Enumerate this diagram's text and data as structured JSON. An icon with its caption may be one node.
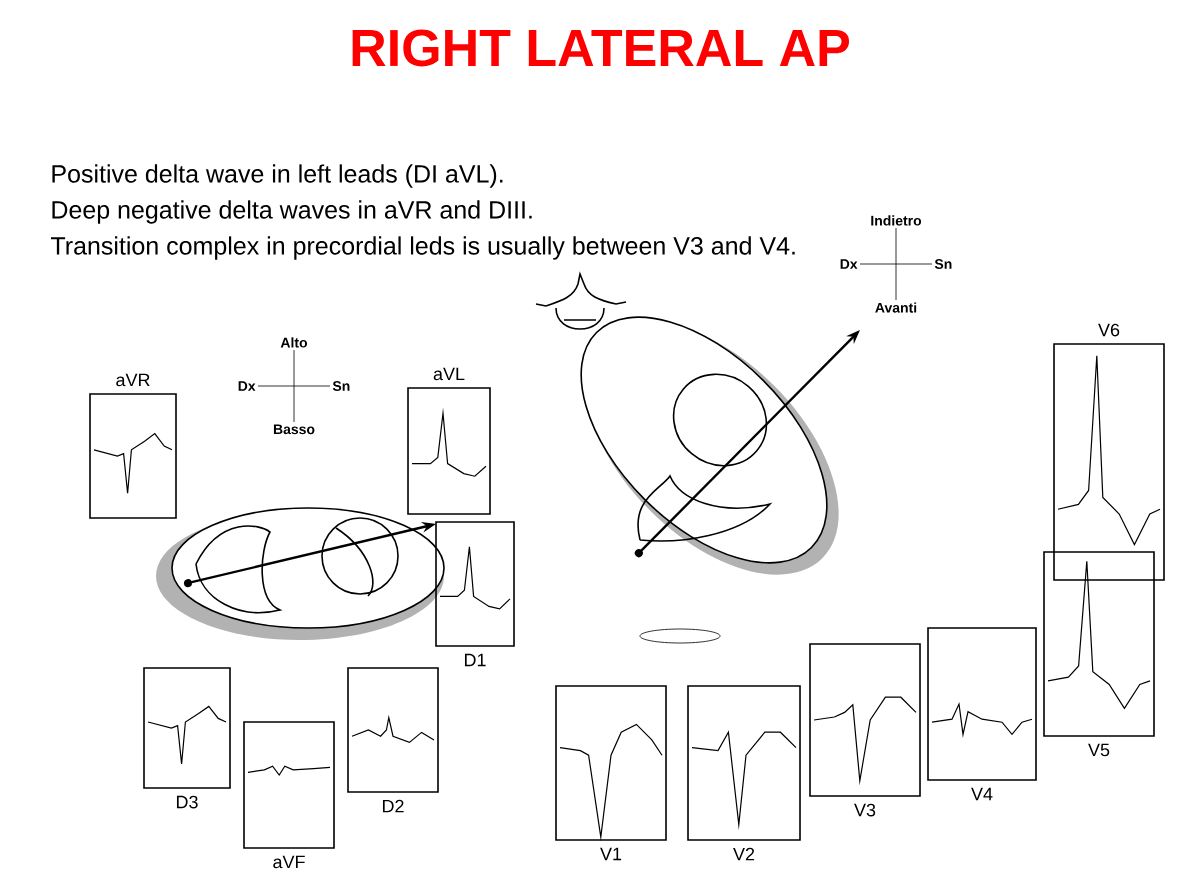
{
  "diagram": {
    "title": "RIGHT LATERAL AP",
    "nodes": [
      {
        "text": [
          "aVR"
        ]
      },
      {
        "text": [
          "aVL"
        ]
      },
      {
        "text": [
          "D1"
        ]
      },
      {
        "text": [
          "D3"
        ]
      },
      {
        "text": [
          "aVF"
        ]
      },
      {
        "text": [
          "D2"
        ]
      },
      {
        "text": [
          "V1"
        ]
      },
      {
        "text": [
          "V2"
        ]
      },
      {
        "text": [
          "V3"
        ]
      },
      {
        "text": [
          "V4"
        ]
      },
      {
        "text": [
          "V5"
        ]
      },
      {
        "text": [
          "V6"
        ]
      }
    ],
    "labels": [
      "Positive delta wave in left leads (DI aVL).",
      "Deep negative delta waves in aVR and DIII.",
      "Transition complex in precordial leds is usually between V3 and V4.",
      "Indietro",
      "Dx",
      "Sn",
      "Avanti",
      "Alto",
      "Dx",
      "Sn",
      "Basso"
    ]
  }
}
